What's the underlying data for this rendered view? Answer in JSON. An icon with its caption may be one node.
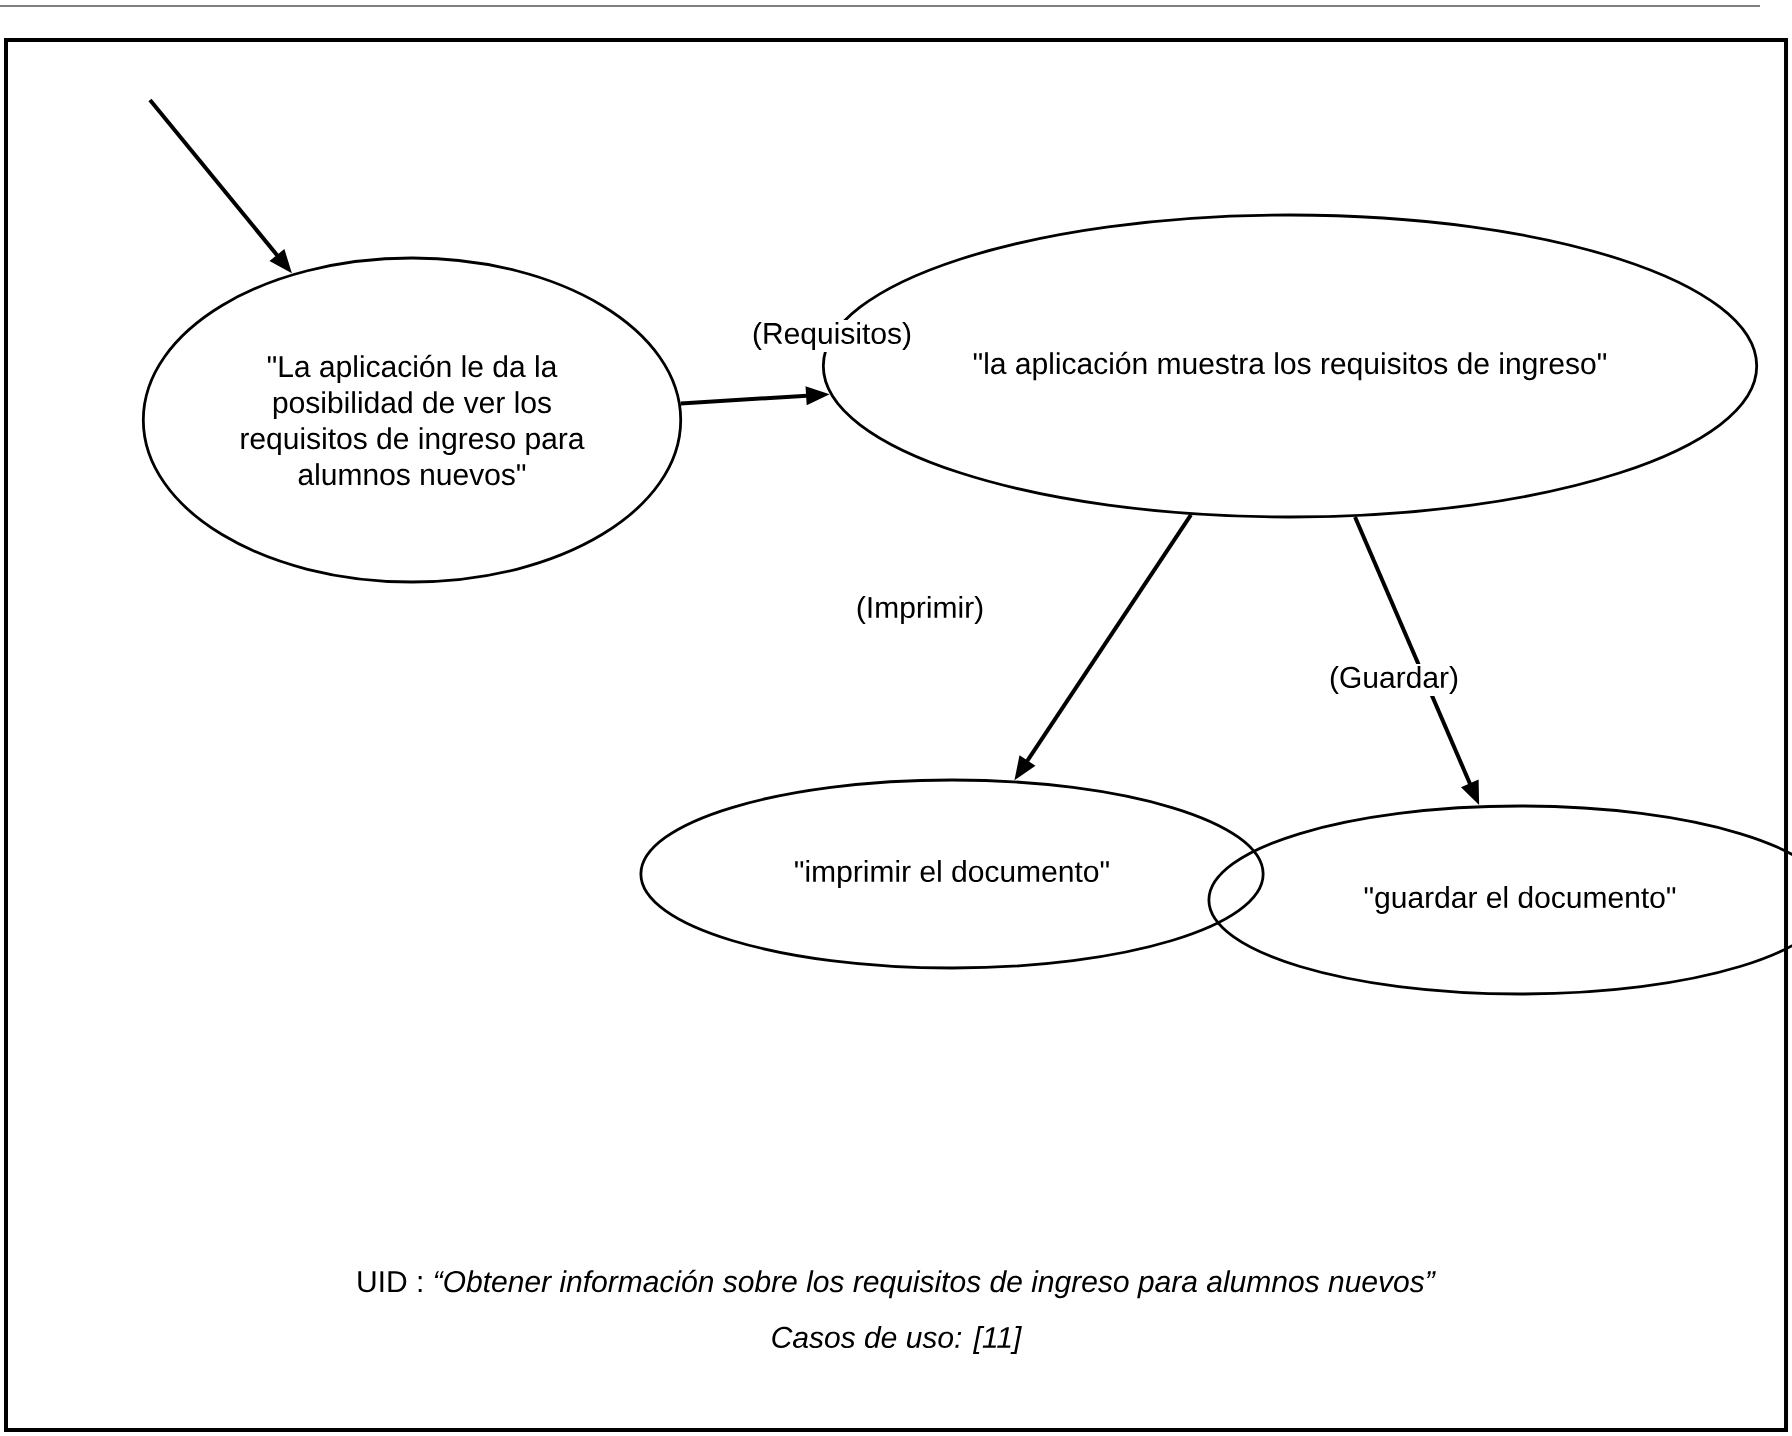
{
  "diagram": {
    "nodes": [
      {
        "text": [
          "\"La aplicación le da la posibilidad de ver los requisitos de ingreso para alumnos nuevos\""
        ]
      },
      {
        "text": [
          "\"la aplicación muestra los requisitos de ingreso\""
        ]
      },
      {
        "text": [
          "\"imprimir el documento\""
        ]
      },
      {
        "text": [
          "\"guardar el documento\""
        ]
      }
    ],
    "edges": [
      {
        "from": null,
        "to": 0,
        "arrow": "to"
      },
      {
        "from": 0,
        "to": 1,
        "arrow": "to",
        "label": "(Requisitos)"
      },
      {
        "from": 1,
        "to": 2,
        "arrow": "to",
        "label": "(Imprimir)"
      },
      {
        "from": 1,
        "to": 3,
        "arrow": "to",
        "label": "(Guardar)"
      }
    ],
    "labels": [
      "UID : *“Obtener información sobre los requisitos de ingreso para alumnos nuevos”*",
      "Casos de uso: [11]"
    ]
  }
}
